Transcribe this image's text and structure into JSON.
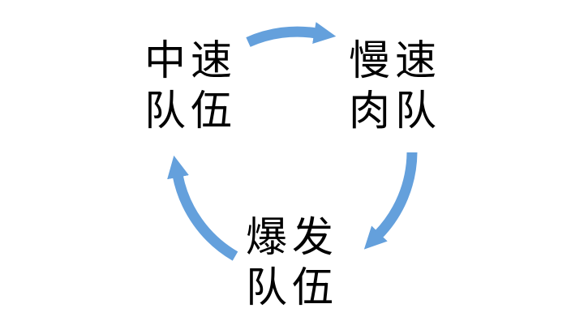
{
  "colors": {
    "arrow": "#64A0DC",
    "text": "#000000",
    "background": "#FFFFFF"
  },
  "nodes": [
    {
      "id": "medium-speed-team",
      "label": "中速\n队伍"
    },
    {
      "id": "slow-tank-team",
      "label": "慢速\n肉队"
    },
    {
      "id": "burst-team",
      "label": "爆发\n队伍"
    }
  ],
  "arrows": [
    {
      "id": "medium-to-slow",
      "from": "中速队伍",
      "to": "慢速肉队"
    },
    {
      "id": "slow-to-burst",
      "from": "慢速肉队",
      "to": "爆发队伍"
    },
    {
      "id": "burst-to-medium",
      "from": "爆发队伍",
      "to": "中速队伍"
    }
  ]
}
